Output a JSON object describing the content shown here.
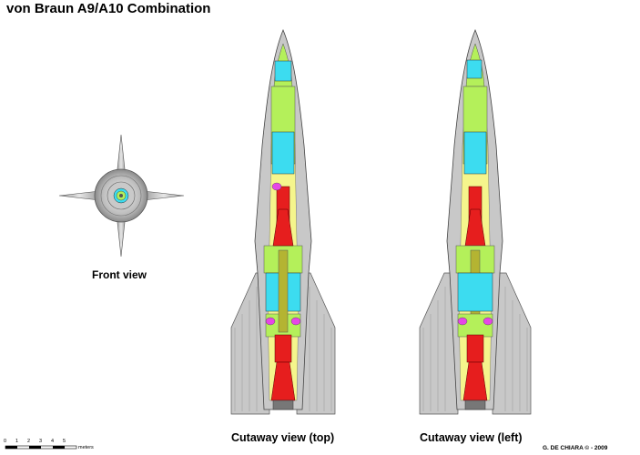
{
  "title": "von Braun A9/A10 Combination",
  "views": {
    "front": "Front view",
    "cutaway_top": "Cutaway view (top)",
    "cutaway_left": "Cutaway view (left)"
  },
  "scale": {
    "unit": "meters",
    "ticks": [
      "0",
      "1",
      "2",
      "3",
      "4",
      "5"
    ]
  },
  "credit": "G. DE CHIARA © - 2009",
  "colors": {
    "body_gray": "#c8c8c8",
    "lime_green": "#b4f05a",
    "cyan_tank": "#3cdcf0",
    "yellow": "#f5f58c",
    "olive": "#b4b432",
    "engine_red": "#e61e1e",
    "magenta": "#e646e6"
  }
}
